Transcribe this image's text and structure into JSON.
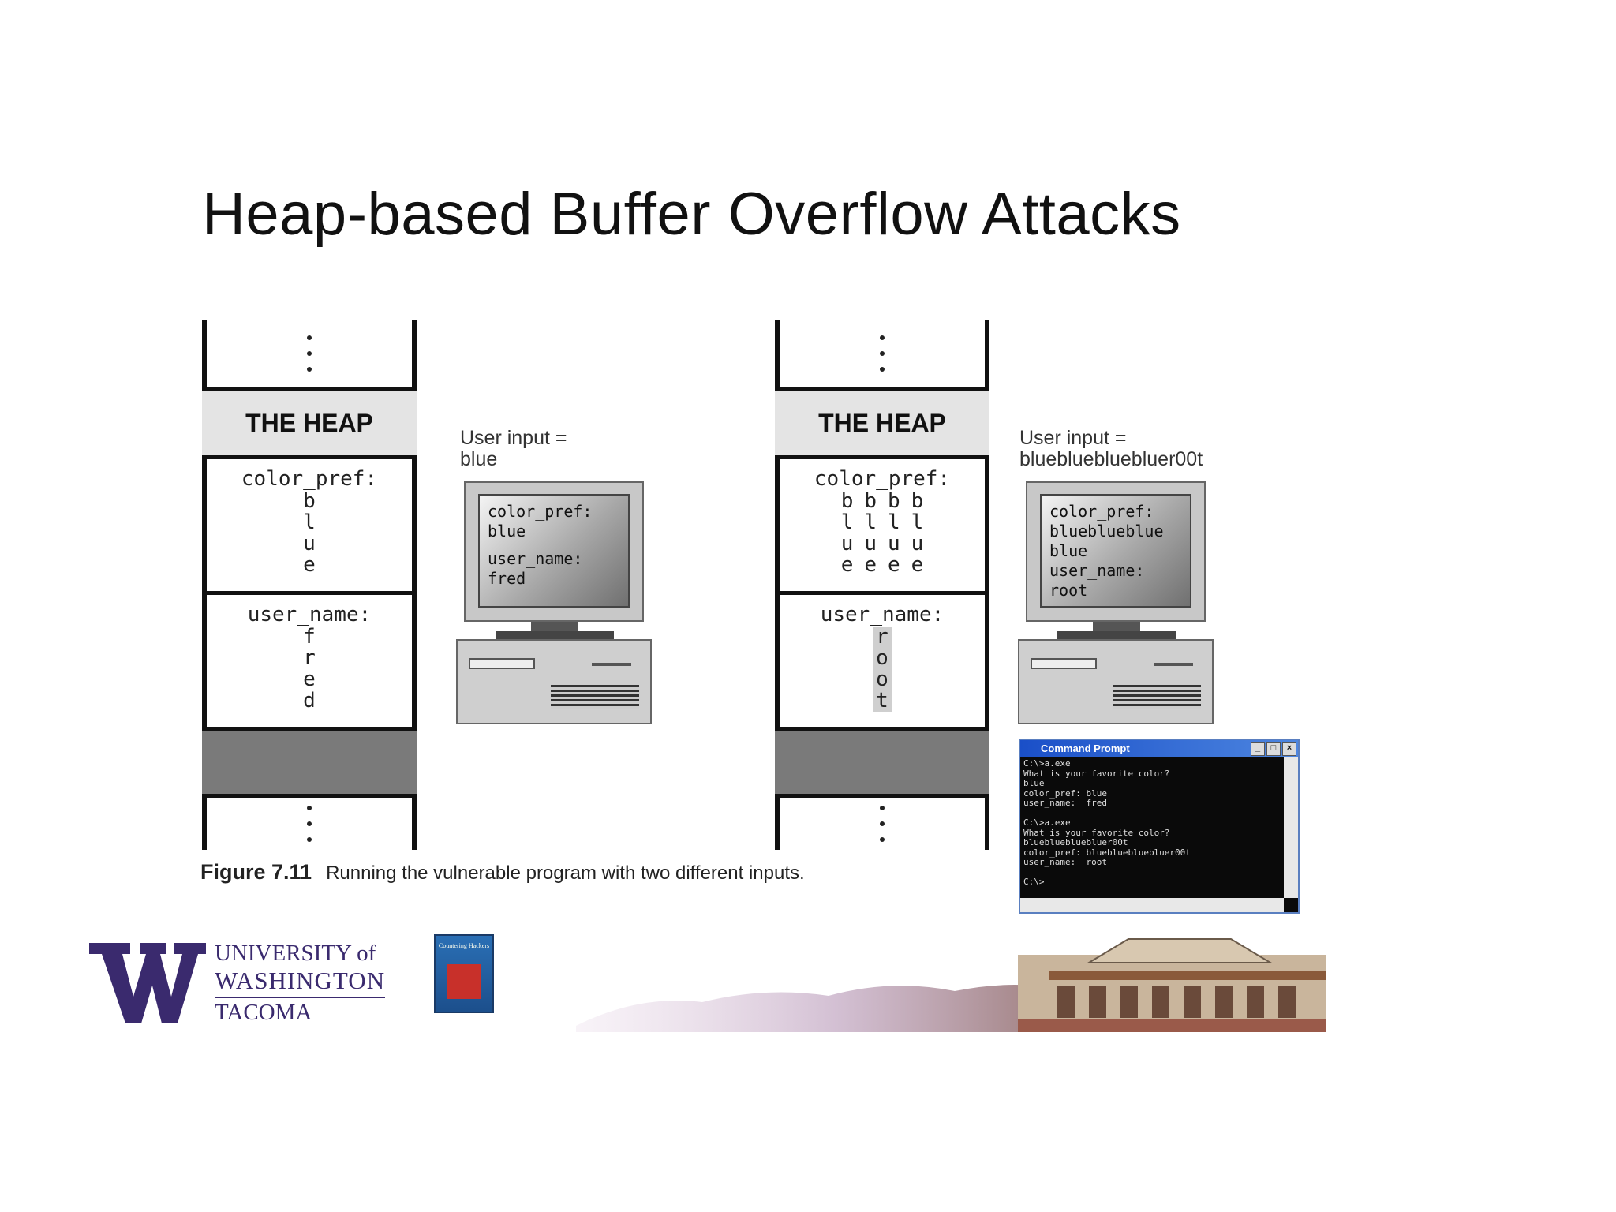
{
  "slide": {
    "title": "Heap-based Buffer Overflow Attacks"
  },
  "figure": {
    "left": {
      "heap_label": "THE HEAP",
      "color_pref_label": "color_pref:",
      "color_pref_chars": [
        [
          "b",
          "l",
          "u",
          "e"
        ]
      ],
      "user_name_label": "user_name:",
      "user_name_chars": [
        "f",
        "r",
        "e",
        "d"
      ],
      "user_input_label": "User input =",
      "user_input_value": "blue",
      "screen": {
        "line1": "color_pref:",
        "line2": "blue",
        "line3": "user_name:",
        "line4": "fred"
      }
    },
    "right": {
      "heap_label": "THE HEAP",
      "color_pref_label": "color_pref:",
      "color_pref_chars": [
        [
          "b",
          "l",
          "u",
          "e"
        ],
        [
          "b",
          "l",
          "u",
          "e"
        ],
        [
          "b",
          "l",
          "u",
          "e"
        ],
        [
          "b",
          "l",
          "u",
          "e"
        ]
      ],
      "user_name_label": "user_name:",
      "user_name_chars": [
        "r",
        "o",
        "o",
        "t"
      ],
      "user_input_label": "User input =",
      "user_input_value": "bluebluebluebluer00t",
      "screen": {
        "line1": "color_pref:",
        "line2": "blueblueblue",
        "line3": "blue",
        "line4": "user_name:",
        "line5": "root"
      }
    },
    "caption_number": "Figure 7.11",
    "caption_text": "Running the vulnerable program with two different inputs."
  },
  "command_prompt": {
    "title": "Command Prompt",
    "lines": [
      "C:\\>a.exe",
      "What is your favorite color?",
      "blue",
      "color_pref: blue",
      "user_name:  fred",
      "",
      "C:\\>a.exe",
      "What is your favorite color?",
      "bluebluebluebluer00t",
      "color_pref: bluebluebluebluer00t",
      "user_name:  root",
      "",
      "C:\\>"
    ]
  },
  "footer": {
    "university_line1": "UNIVERSITY of",
    "university_line2": "WASHINGTON",
    "university_line3": "TACOMA",
    "book_title": "Countering Hackers"
  },
  "colors": {
    "uw_purple": "#3a2a6e",
    "cmd_titlebar": "#1a4fc8"
  }
}
